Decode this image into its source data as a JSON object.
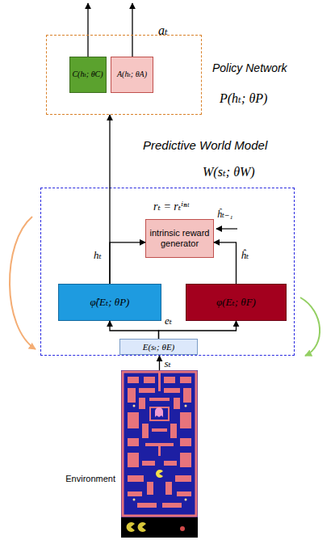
{
  "diagram": {
    "nodes": [
      {
        "text": [
          "Policy Network",
          "P(hₜ; θP)"
        ]
      },
      {
        "text": [
          "C(hₜ; θC)"
        ],
        "in": 0
      },
      {
        "text": [
          "A(hₜ; θA)"
        ],
        "in": 0
      },
      {
        "text": [
          "Predictive World Model",
          "W(sₜ; θW)"
        ]
      },
      {
        "text": [
          "intrinsic reward generator"
        ],
        "in": 3
      },
      {
        "text": [
          "φ̂(Eₜ; θP)"
        ],
        "in": 3
      },
      {
        "text": [
          "φ(Eₜ; θF)"
        ],
        "in": 3
      },
      {
        "text": [
          "E(sₜ; θE)"
        ],
        "in": 3
      },
      {
        "text": [
          "Environment"
        ]
      }
    ],
    "edges": [
      {
        "from": 5,
        "to": 0,
        "arrow": "to"
      },
      {
        "from": 5,
        "to": 4,
        "label": "hₜ",
        "arrow": "to"
      },
      {
        "from": 6,
        "to": 4,
        "label": "ĥₜ",
        "arrow": "to"
      },
      {
        "from": 7,
        "to": 5,
        "arrow": "to"
      },
      {
        "from": 7,
        "to": 6,
        "arrow": "to"
      },
      {
        "from": 8,
        "to": 3,
        "label": "sₜ",
        "arrow": "to"
      }
    ],
    "labels": [
      "aₜ",
      "rₜ = rₜⁱⁿᵗ",
      "ĥₜ₋₁",
      "eₜ"
    ]
  }
}
